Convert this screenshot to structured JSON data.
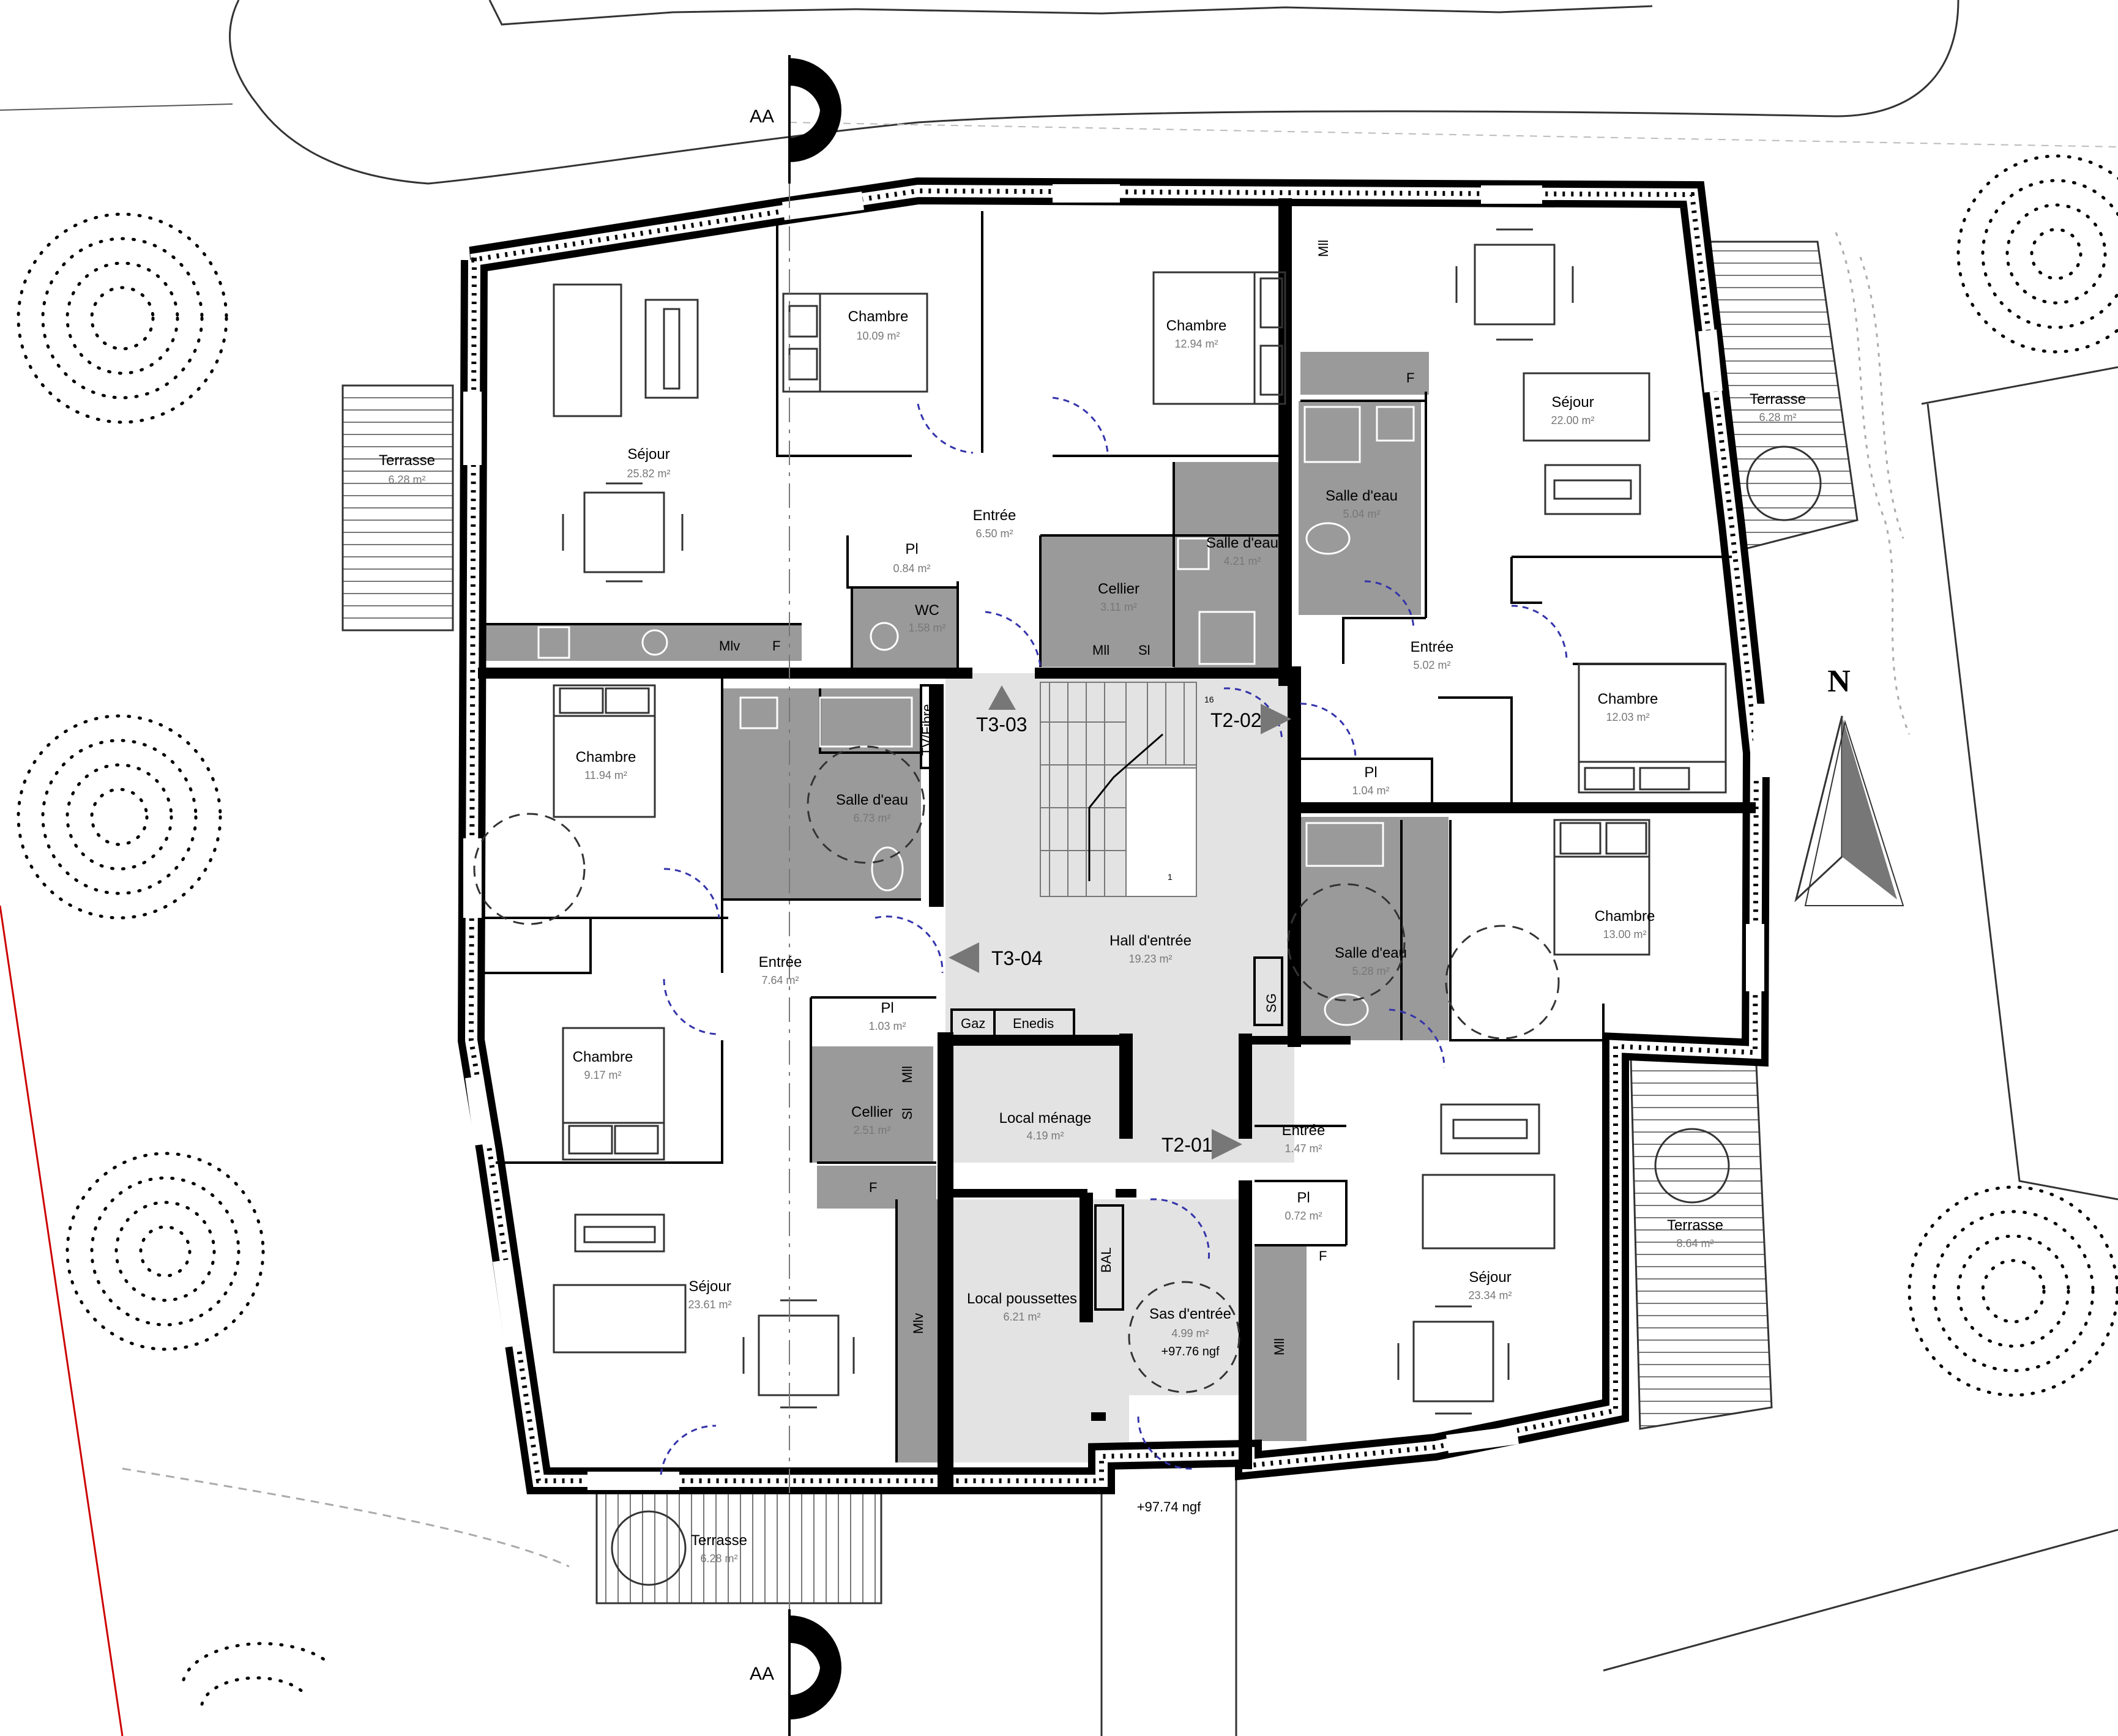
{
  "rooms": {
    "t3_03_sejour": {
      "name": "Séjour",
      "area": "25.82 m²"
    },
    "t3_03_terrasse": {
      "name": "Terrasse",
      "area": "6.28 m²"
    },
    "t3_03_chambre1": {
      "name": "Chambre",
      "area": "10.09 m²"
    },
    "t3_03_chambre2": {
      "name": "Chambre",
      "area": "12.94 m²"
    },
    "t3_03_entree": {
      "name": "Entrée",
      "area": "6.50 m²"
    },
    "t3_03_pl": {
      "name": "Pl",
      "area": "0.84 m²"
    },
    "t3_03_wc": {
      "name": "WC",
      "area": "1.58 m²"
    },
    "t3_03_cellier": {
      "name": "Cellier",
      "area": "3.11 m²"
    },
    "t3_03_sde": {
      "name": "Salle d'eau",
      "area": "4.21 m²"
    },
    "t2_02_sejour": {
      "name": "Séjour",
      "area": "22.00 m²"
    },
    "t2_02_terrasse": {
      "name": "Terrasse",
      "area": "6.28 m²"
    },
    "t2_02_sde": {
      "name": "Salle d'eau",
      "area": "5.04 m²"
    },
    "t2_02_entree": {
      "name": "Entrée",
      "area": "5.02 m²"
    },
    "t2_02_chambre": {
      "name": "Chambre",
      "area": "12.03 m²"
    },
    "t2_02_pl": {
      "name": "Pl",
      "area": "1.04 m²"
    },
    "t3_04_chambre1": {
      "name": "Chambre",
      "area": "11.94 m²"
    },
    "t3_04_sde": {
      "name": "Salle d'eau",
      "area": "6.73 m²"
    },
    "t3_04_entree": {
      "name": "Entrée",
      "area": "7.64 m²"
    },
    "t3_04_pl": {
      "name": "Pl",
      "area": "1.03 m²"
    },
    "t3_04_chambre2": {
      "name": "Chambre",
      "area": "9.17 m²"
    },
    "t3_04_cellier": {
      "name": "Cellier",
      "area": "2.51 m²"
    },
    "t3_04_sejour": {
      "name": "Séjour",
      "area": "23.61 m²"
    },
    "t3_04_terrasse": {
      "name": "Terrasse",
      "area": "6.28 m²"
    },
    "hall": {
      "name": "Hall d'entrée",
      "area": "19.23 m²"
    },
    "local_menage": {
      "name": "Local ménage",
      "area": "4.19 m²"
    },
    "local_poussettes": {
      "name": "Local poussettes",
      "area": "6.21 m²"
    },
    "sas": {
      "name": "Sas d'entrée",
      "area": "4.99 m²",
      "level": "+97.76 ngf"
    },
    "t2_01_sde": {
      "name": "Salle d'eau",
      "area": "5.28 m²"
    },
    "t2_01_chambre": {
      "name": "Chambre",
      "area": "13.00 m²"
    },
    "t2_01_entree": {
      "name": "Entrée",
      "area": "1.47 m²"
    },
    "t2_01_pl": {
      "name": "Pl",
      "area": "0.72 m²"
    },
    "t2_01_sejour": {
      "name": "Séjour",
      "area": "23.34 m²"
    },
    "t2_01_terrasse": {
      "name": "Terrasse",
      "area": "8.64 m²"
    }
  },
  "units": {
    "t3_03": "T3-03",
    "t2_02": "T2-02",
    "t3_04": "T3-04",
    "t2_01": "T2-01"
  },
  "symbols": {
    "mlv": "Mlv",
    "mll": "Mll",
    "f": "F",
    "sl": "Sl",
    "tv_fibre": "TV/Fibre",
    "gaz": "Gaz",
    "enedis": "Enedis",
    "sg": "SG",
    "bal": "BAL"
  },
  "section_mark": "AA",
  "north": "N",
  "exterior_level": "+97.74 ngf",
  "stair_step_numbers": {
    "top": "16",
    "bottom": "1"
  },
  "colors": {
    "wall": "#000000",
    "wet_room": "#9a9a9a",
    "common_area": "#e3e3e3",
    "terrace": "#f4f4f4"
  }
}
